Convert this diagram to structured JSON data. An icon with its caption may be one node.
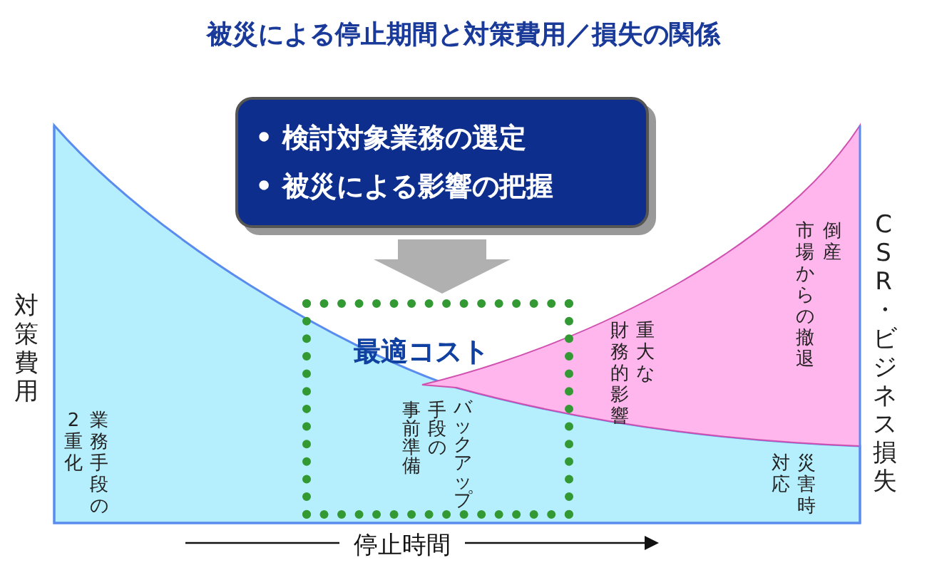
{
  "diagram": {
    "title": "被災による停止期間と対策費用／損失の関係",
    "nodes": [
      {
        "text": [
          "• 検討対象業務の選定",
          "• 被災による影響の把握"
        ]
      },
      {
        "text": [
          "最適コスト"
        ]
      }
    ],
    "edges": [
      {
        "from": 0,
        "to": 1,
        "arrow": "to"
      }
    ],
    "labels": [
      "対策費用",
      "業務手段の",
      "2重化",
      "バックアップ",
      "手段の",
      "事前準備",
      "重大な財務的影響",
      "倒産",
      "市場からの撤退",
      "災害時対応",
      "CSR・ビジネス損失",
      "停止時間"
    ]
  }
}
